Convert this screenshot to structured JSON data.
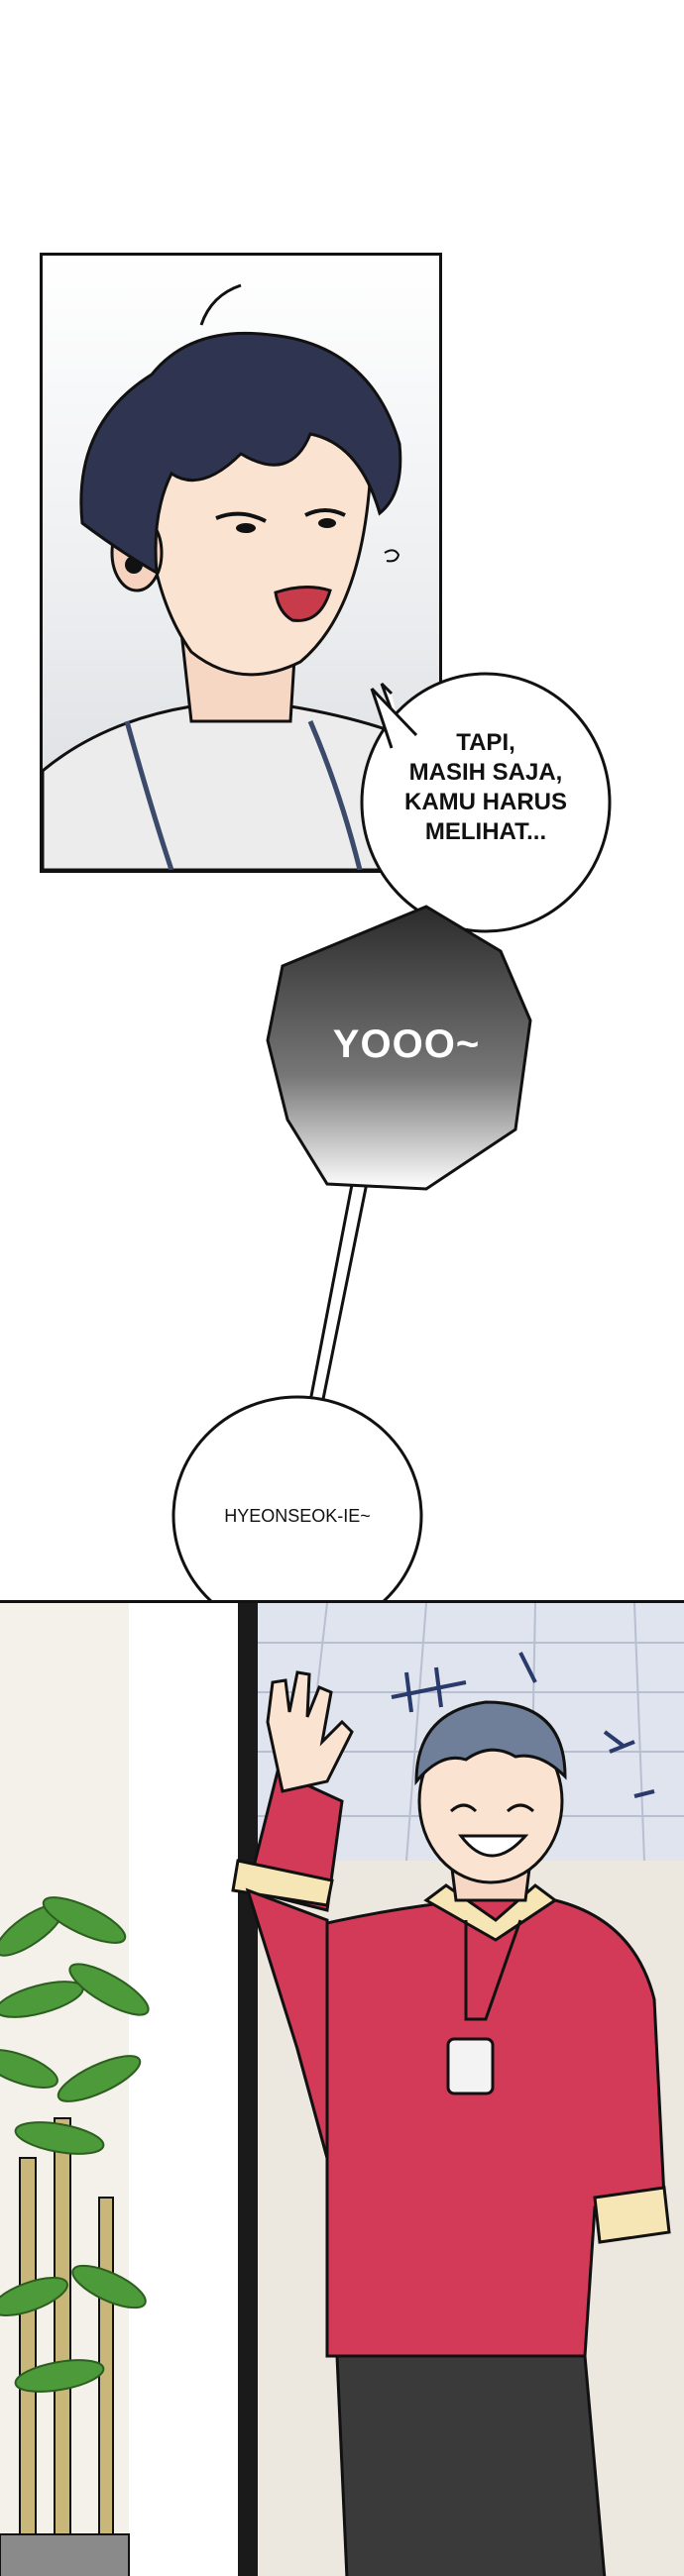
{
  "bubbles": {
    "speech_1": "TAPI,\nMASIH SAJA,\nKAMU HARUS\nMELIHAT...",
    "shout": "YOOO~",
    "speech_2": "HYEONSEOK-IE~"
  },
  "colors": {
    "panel_border": "#111111",
    "sweater": "#d23a57",
    "hair_dark": "#2f3550",
    "hair_gray": "#6f7f99",
    "plant": "#4d9a3a",
    "skin": "#fbe3d2"
  }
}
